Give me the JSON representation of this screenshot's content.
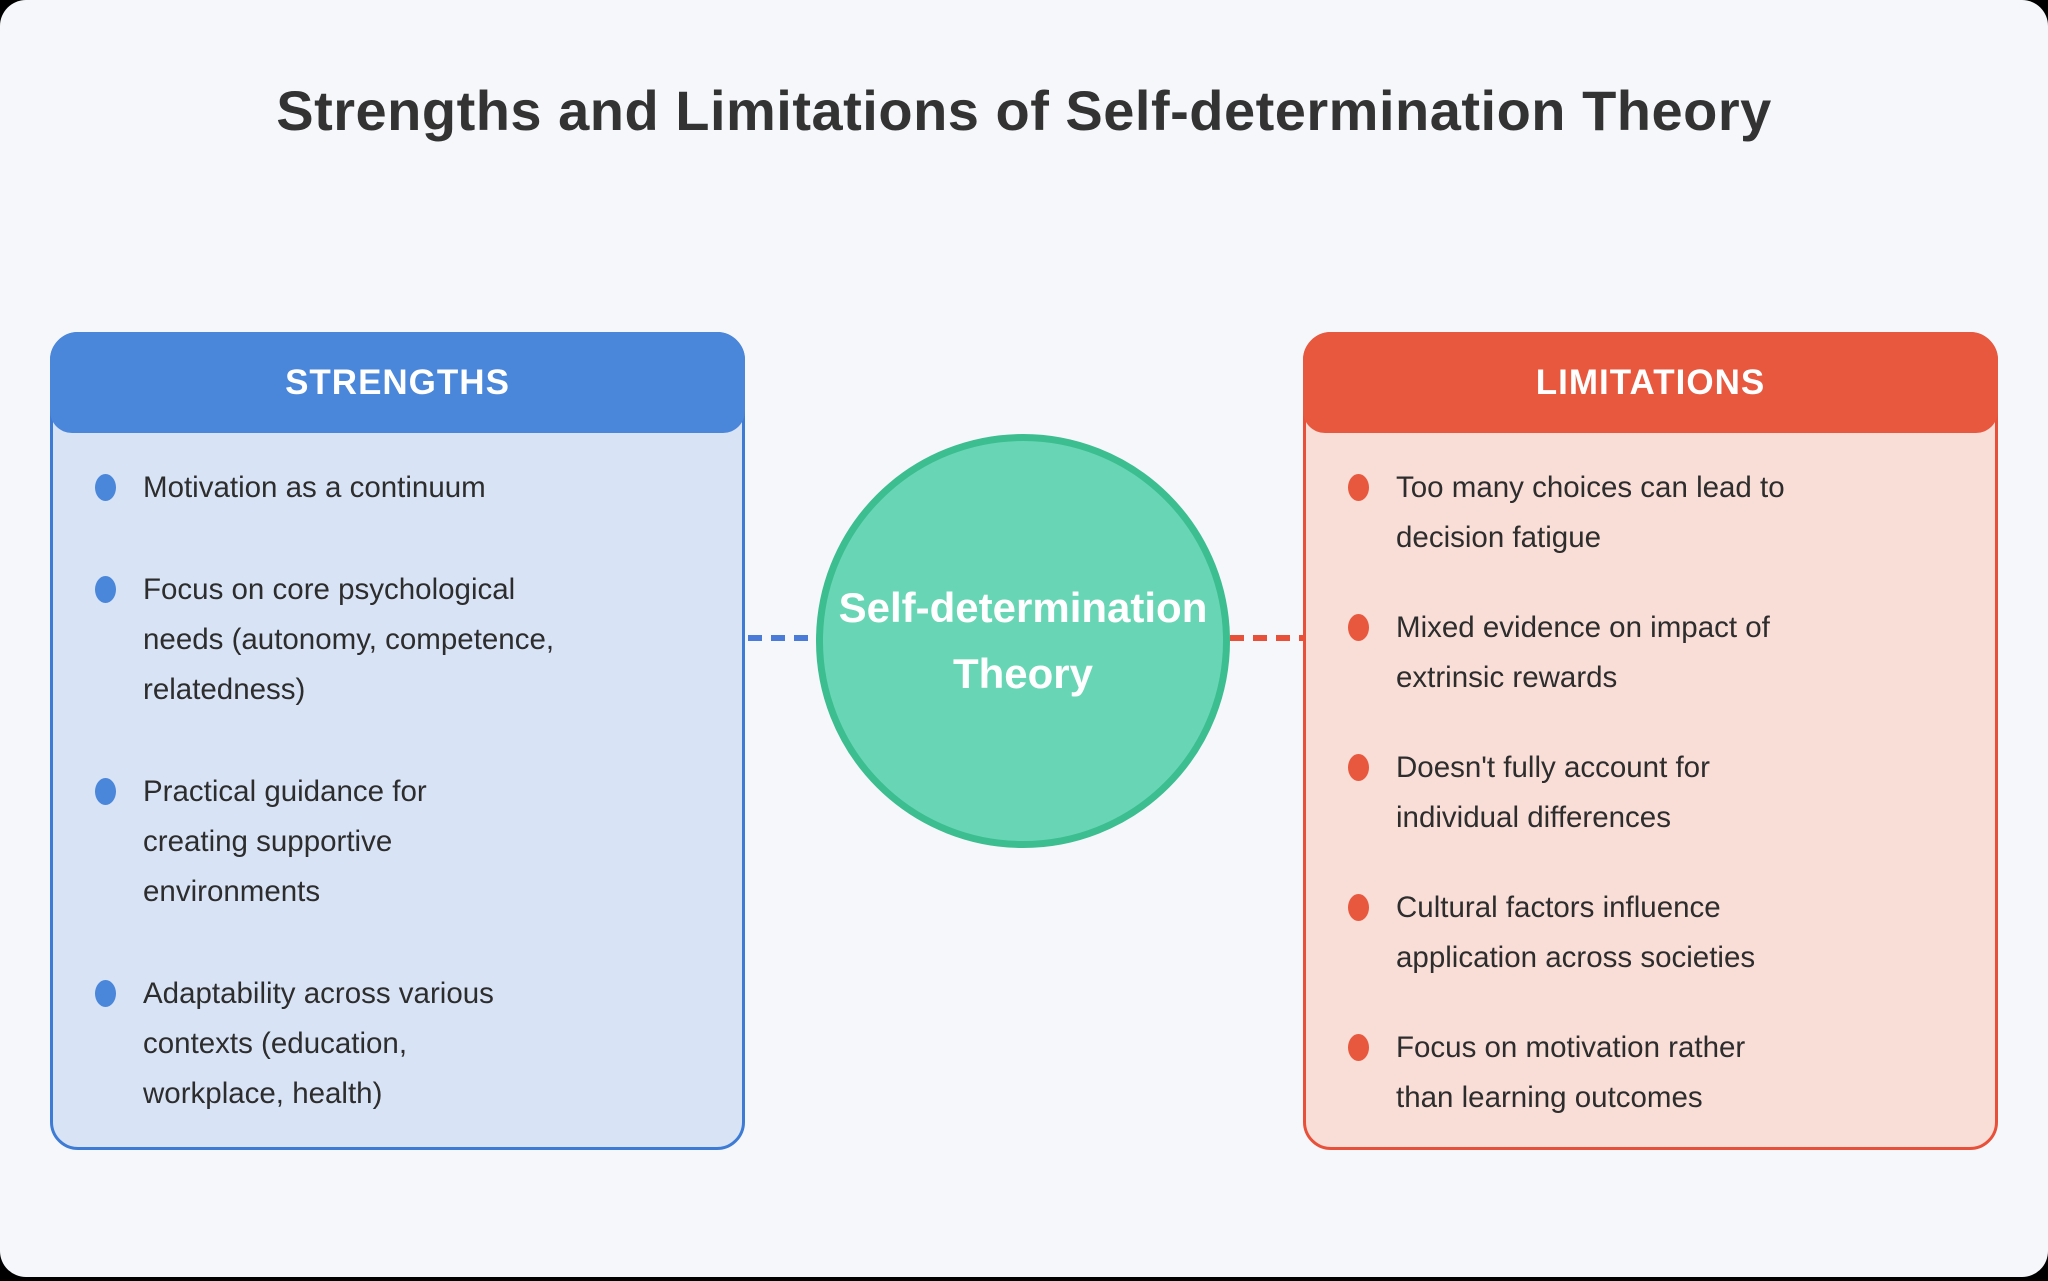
{
  "title": "Strengths and Limitations of Self-determination Theory",
  "colors": {
    "canvas-bg": "#f5f7fa",
    "title-color": "#333333",
    "text-color": "#2d2d2d",
    "strengths-accent": "#4a87da",
    "strengths-border": "#3d7bd4",
    "strengths-bg": "#d8e4f6",
    "limitations-accent": "#e8583e",
    "limitations-border": "#e8503a",
    "limitations-bg": "#f9ddd7",
    "center-fill": "#68d6b4",
    "center-border": "#3cbe90",
    "connector-left": "#4a7bd8",
    "connector-right": "#e8503a"
  },
  "center_node": {
    "line1": "Self-determination",
    "line2": "Theory"
  },
  "strengths": {
    "header": "STRENGTHS",
    "items": [
      "Motivation as a continuum",
      "Focus on core psychological\nneeds (autonomy, competence,\nrelatedness)",
      "Practical guidance for\ncreating supportive\nenvironments",
      "Adaptability across various\ncontexts (education,\nworkplace, health)"
    ]
  },
  "limitations": {
    "header": "LIMITATIONS",
    "items": [
      "Too many choices can lead to\ndecision fatigue",
      "Mixed evidence on impact of\nextrinsic rewards",
      "Doesn't fully account for\nindividual differences",
      "Cultural factors influence\napplication across societies",
      "Focus on motivation rather\nthan learning outcomes"
    ]
  }
}
